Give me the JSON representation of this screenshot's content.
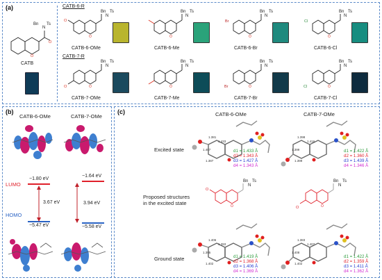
{
  "panel_a": {
    "label": "(a)",
    "parent": "CATB",
    "row1_header": "CATB-6-R",
    "row2_header": "CATB-7-R",
    "compounds_row1": [
      "CATB-6-OMe",
      "CATB-6-Me",
      "CATB-6-Br",
      "CATB-6-Cl"
    ],
    "compounds_row2": [
      "CATB-7-OMe",
      "CATB-7-Me",
      "CATB-7-Br",
      "CATB-7-Cl"
    ],
    "amide_text": "Bn",
    "amide_ts": "Ts",
    "amide_n": "N",
    "substituents_row1": [
      "O",
      "",
      "Br",
      "Cl"
    ],
    "substituents_row2": [
      "O",
      "",
      "Br",
      "Cl"
    ],
    "vial_colors_row1": [
      "#b9b52e",
      "#2aa37a",
      "#1f8a7e",
      "#178d80"
    ],
    "vial_colors_row2": [
      "#1b4a5e",
      "#0d4c58",
      "#123a4a",
      "#0e2b3e"
    ],
    "parent_vial_color": "#0f3b57"
  },
  "panel_b": {
    "label": "(b)",
    "left_title": "CATB-6-OMe",
    "right_title": "CATB-7-OMe",
    "lumo_label": "LUMO",
    "homo_label": "HOMO",
    "left_lumo": "−1.80 eV",
    "left_homo": "−5.47 eV",
    "left_gap": "3.67 eV",
    "right_lumo": "−1.64 eV",
    "right_homo": "−5.58 eV",
    "right_gap": "3.94 eV",
    "lumo_color": "#e0202a",
    "homo_color": "#2a63c4"
  },
  "panel_c": {
    "label": "(c)",
    "left_title": "CATB-6-OMe",
    "right_title": "CATB-7-OMe",
    "row_excited": "Excited state",
    "row_proposed_1": "Proposed structures",
    "row_proposed_2": "in the excited state",
    "row_ground": "Ground state",
    "excited_left": [
      "d1 = 1.433 Å",
      "d2 = 1.343 Å",
      "d3 = 1.427 Å",
      "d4 = 1.343 Å"
    ],
    "excited_right": [
      "d1 = 1.422 Å",
      "d2 = 1.360 Å",
      "d3 = 1.439 Å",
      "d4 = 1.346 Å"
    ],
    "ground_left": [
      "d1 = 1.419 Å",
      "d2 = 1.368 Å",
      "d3 = 1.406 Å",
      "d4 = 1.369 Å"
    ],
    "ground_right": [
      "d1 = 1.422 Å",
      "d2 = 1.359 Å",
      "d3 = 1.411 Å",
      "d4 = 1.362 Å"
    ],
    "d_colors": [
      "#2a9a3a",
      "#e0202a",
      "#2a3fd1",
      "#d12bd0"
    ],
    "atom_labels_left_excited": [
      "1.381",
      "1.433",
      "1.407",
      "1.387"
    ],
    "atom_labels_right_excited": [
      "1.398",
      "1.416",
      "1.399",
      "1.399"
    ],
    "atom_labels_left_ground": [
      "1.406",
      "1.393",
      "1.395",
      "1.402"
    ],
    "atom_labels_right_ground": [
      "1.383",
      "1.407",
      "1.408",
      "1.402"
    ],
    "proposed_bn": "Bn",
    "proposed_ts": "Ts",
    "proposed_n": "N"
  }
}
